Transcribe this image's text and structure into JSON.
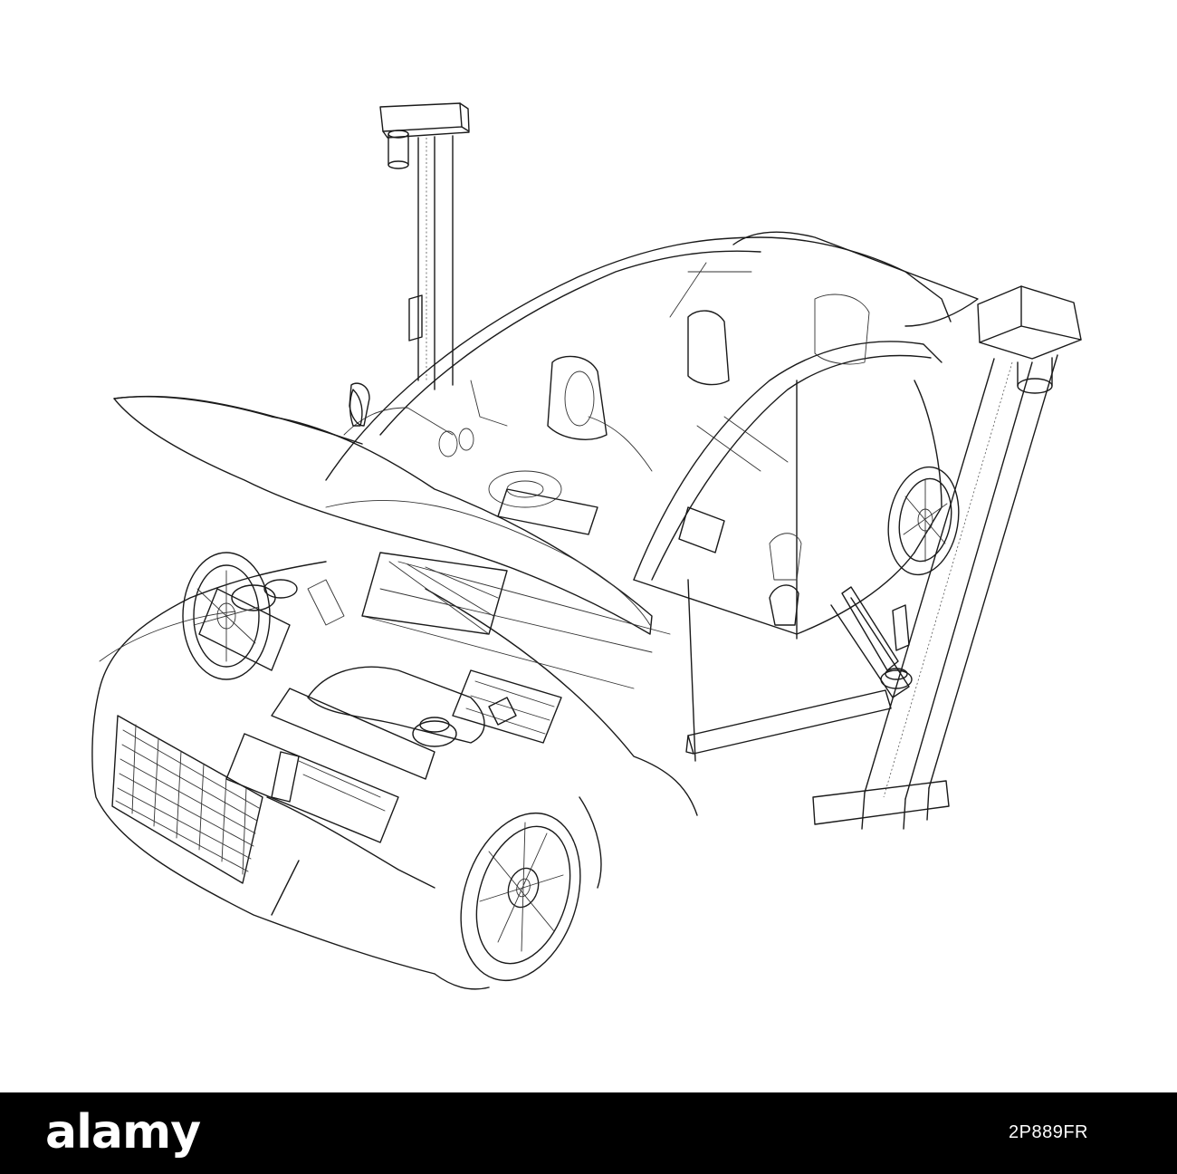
{
  "illustration": {
    "subject": "car-on-two-post-lift-wireframe",
    "line_color": "#1a1a1a",
    "background": "#ffffff"
  },
  "watermark": {
    "brand": "alamy",
    "image_id": "2P889FR",
    "bar_color": "#000000",
    "text_color": "#ffffff"
  }
}
